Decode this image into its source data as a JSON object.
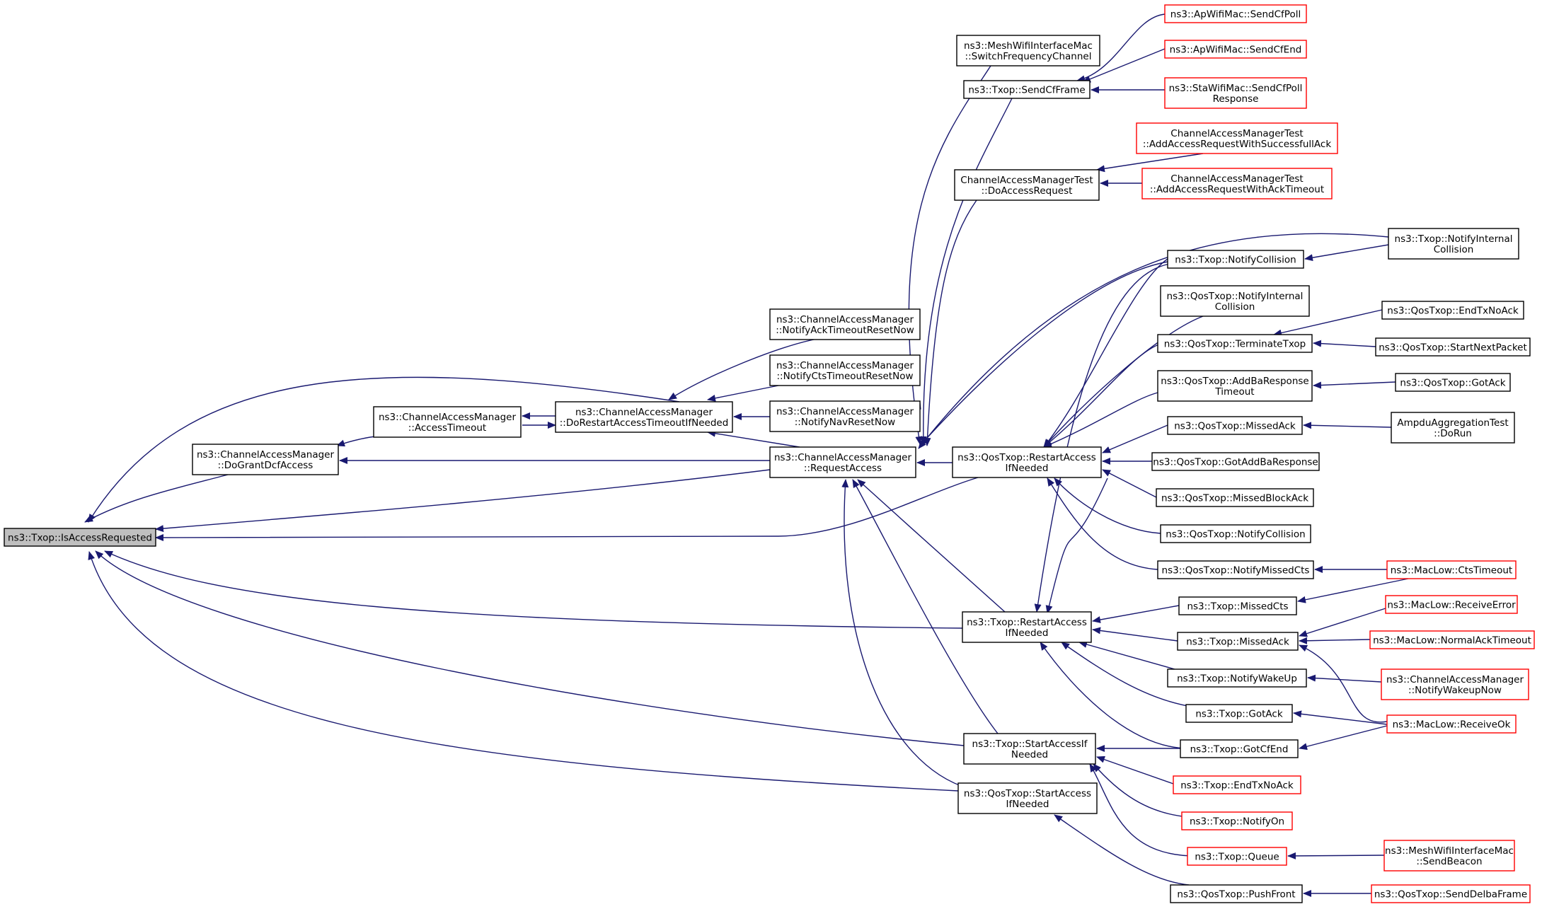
{
  "colors": {
    "edge": "#191970",
    "node_border": "#000000",
    "external_border": "#ff0000",
    "root_fill": "#bfbfbf"
  },
  "nodes": {
    "root": {
      "lines": [
        "ns3::Txop::IsAccessRequested"
      ]
    },
    "grant": {
      "lines": [
        "ns3::ChannelAccessManager",
        "::DoGrantDcfAccess"
      ]
    },
    "acctimeout": {
      "lines": [
        "ns3::ChannelAccessManager",
        "::AccessTimeout"
      ]
    },
    "dorestart": {
      "lines": [
        "ns3::ChannelAccessManager",
        "::DoRestartAccessTimeoutIfNeeded"
      ]
    },
    "ackreset": {
      "lines": [
        "ns3::ChannelAccessManager",
        "::NotifyAckTimeoutResetNow"
      ]
    },
    "ctsreset": {
      "lines": [
        "ns3::ChannelAccessManager",
        "::NotifyCtsTimeoutResetNow"
      ]
    },
    "navreset": {
      "lines": [
        "ns3::ChannelAccessManager",
        "::NotifyNavResetNow"
      ]
    },
    "reqaccess": {
      "lines": [
        "ns3::ChannelAccessManager",
        "::RequestAccess"
      ]
    },
    "meshswitch": {
      "lines": [
        "ns3::MeshWifiInterfaceMac",
        "::SwitchFrequencyChannel"
      ]
    },
    "sendcf": {
      "lines": [
        "ns3::Txop::SendCfFrame"
      ]
    },
    "cdoaccess": {
      "lines": [
        "ChannelAccessManagerTest",
        "::DoAccessRequest"
      ]
    },
    "qosrestart": {
      "lines": [
        "ns3::QosTxop::RestartAccess",
        "IfNeeded"
      ]
    },
    "txrestart": {
      "lines": [
        "ns3::Txop::RestartAccess",
        "IfNeeded"
      ]
    },
    "txstart": {
      "lines": [
        "ns3::Txop::StartAccessIf",
        "Needed"
      ]
    },
    "qosstart": {
      "lines": [
        "ns3::QosTxop::StartAccess",
        "IfNeeded"
      ]
    },
    "apcfpoll": {
      "lines": [
        "ns3::ApWifiMac::SendCfPoll"
      ]
    },
    "apcfend": {
      "lines": [
        "ns3::ApWifiMac::SendCfEnd"
      ]
    },
    "stacfpoll": {
      "lines": [
        "ns3::StaWifiMac::SendCfPoll",
        "Response"
      ]
    },
    "addsucc": {
      "lines": [
        "ChannelAccessManagerTest",
        "::AddAccessRequestWithSuccessfullAck"
      ]
    },
    "addacktmo": {
      "lines": [
        "ChannelAccessManagerTest",
        "::AddAccessRequestWithAckTimeout"
      ]
    },
    "txcoll": {
      "lines": [
        "ns3::Txop::NotifyCollision"
      ]
    },
    "txintcoll": {
      "lines": [
        "ns3::Txop::NotifyInternal",
        "Collision"
      ]
    },
    "qosintcoll": {
      "lines": [
        "ns3::QosTxop::NotifyInternal",
        "Collision"
      ]
    },
    "qosterm": {
      "lines": [
        "ns3::QosTxop::TerminateTxop"
      ]
    },
    "qosendtx": {
      "lines": [
        "ns3::QosTxop::EndTxNoAck"
      ]
    },
    "qosnextpkt": {
      "lines": [
        "ns3::QosTxop::StartNextPacket"
      ]
    },
    "qosaddba": {
      "lines": [
        "ns3::QosTxop::AddBaResponse",
        "Timeout"
      ]
    },
    "qosgotack": {
      "lines": [
        "ns3::QosTxop::GotAck"
      ]
    },
    "qosmissack": {
      "lines": [
        "ns3::QosTxop::MissedAck"
      ]
    },
    "ampdu": {
      "lines": [
        "AmpduAggregationTest",
        "::DoRun"
      ]
    },
    "qosgotaddba": {
      "lines": [
        "ns3::QosTxop::GotAddBaResponse"
      ]
    },
    "qosmissblk": {
      "lines": [
        "ns3::QosTxop::MissedBlockAck"
      ]
    },
    "qoscoll": {
      "lines": [
        "ns3::QosTxop::NotifyCollision"
      ]
    },
    "qosmisscts": {
      "lines": [
        "ns3::QosTxop::NotifyMissedCts"
      ]
    },
    "macctstmo": {
      "lines": [
        "ns3::MacLow::CtsTimeout"
      ]
    },
    "txmisscts": {
      "lines": [
        "ns3::Txop::MissedCts"
      ]
    },
    "txmissack": {
      "lines": [
        "ns3::Txop::MissedAck"
      ]
    },
    "macrecverr": {
      "lines": [
        "ns3::MacLow::ReceiveError"
      ]
    },
    "macnormack": {
      "lines": [
        "ns3::MacLow::NormalAckTimeout"
      ]
    },
    "txwake": {
      "lines": [
        "ns3::Txop::NotifyWakeUp"
      ]
    },
    "camwake": {
      "lines": [
        "ns3::ChannelAccessManager",
        "::NotifyWakeupNow"
      ]
    },
    "txgotack": {
      "lines": [
        "ns3::Txop::GotAck"
      ]
    },
    "macrecvok": {
      "lines": [
        "ns3::MacLow::ReceiveOk"
      ]
    },
    "txgotcfend": {
      "lines": [
        "ns3::Txop::GotCfEnd"
      ]
    },
    "txendtx": {
      "lines": [
        "ns3::Txop::EndTxNoAck"
      ]
    },
    "txnotifyon": {
      "lines": [
        "ns3::Txop::NotifyOn"
      ]
    },
    "txqueue": {
      "lines": [
        "ns3::Txop::Queue"
      ]
    },
    "meshbeacon": {
      "lines": [
        "ns3::MeshWifiInterfaceMac",
        "::SendBeacon"
      ]
    },
    "qospush": {
      "lines": [
        "ns3::QosTxop::PushFront"
      ]
    },
    "qosdelba": {
      "lines": [
        "ns3::QosTxop::SendDelbaFrame"
      ]
    }
  }
}
